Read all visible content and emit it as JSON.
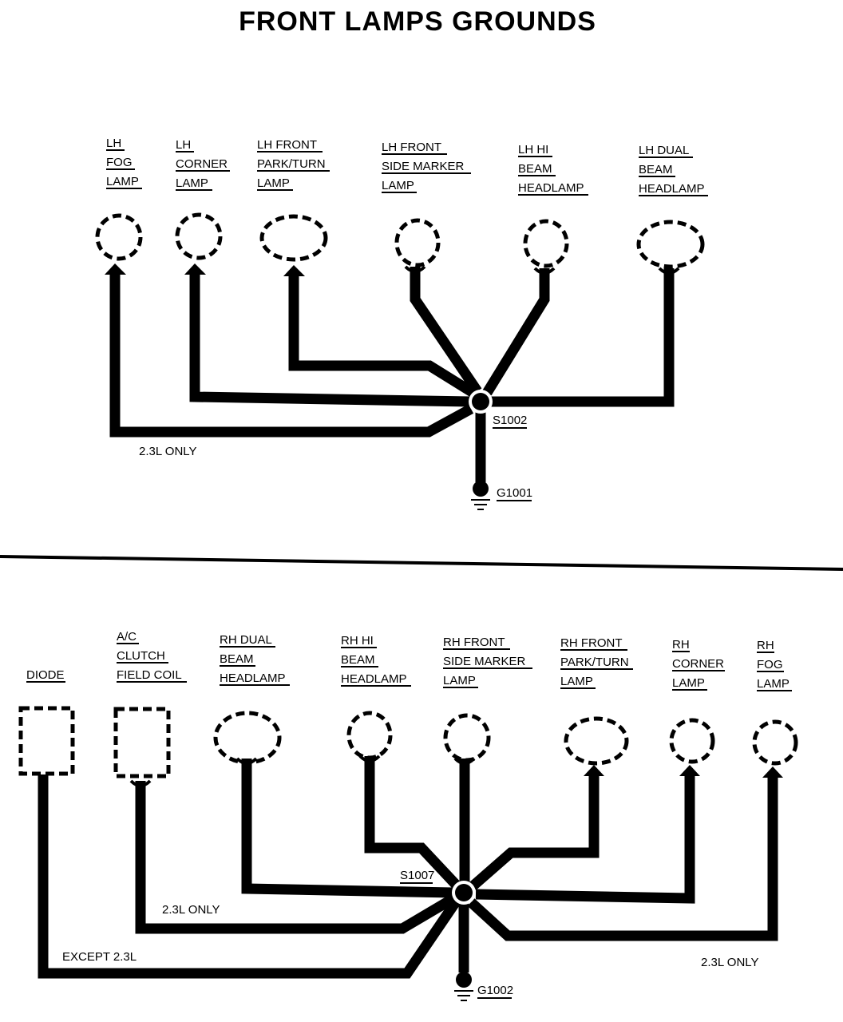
{
  "title": "FRONT LAMPS GROUNDS",
  "top": {
    "components": [
      {
        "lines": [
          "LH",
          "FOG",
          "LAMP"
        ]
      },
      {
        "lines": [
          "LH",
          "CORNER",
          "LAMP"
        ]
      },
      {
        "lines": [
          "LH FRONT",
          "PARK/TURN",
          "LAMP"
        ]
      },
      {
        "lines": [
          "LH FRONT",
          "SIDE MARKER",
          "LAMP"
        ]
      },
      {
        "lines": [
          "LH HI",
          "BEAM",
          "HEADLAMP"
        ]
      },
      {
        "lines": [
          "LH DUAL",
          "BEAM",
          "HEADLAMP"
        ]
      }
    ],
    "splice": "S1002",
    "ground": "G1001",
    "note": "2.3L ONLY"
  },
  "bottom": {
    "components": [
      {
        "lines": [
          "DIODE"
        ]
      },
      {
        "lines": [
          "A/C",
          "CLUTCH",
          "FIELD COIL"
        ]
      },
      {
        "lines": [
          "RH DUAL",
          "BEAM",
          "HEADLAMP"
        ]
      },
      {
        "lines": [
          "RH HI",
          "BEAM",
          "HEADLAMP"
        ]
      },
      {
        "lines": [
          "RH FRONT",
          "SIDE MARKER",
          "LAMP"
        ]
      },
      {
        "lines": [
          "RH FRONT",
          "PARK/TURN",
          "LAMP"
        ]
      },
      {
        "lines": [
          "RH",
          "CORNER",
          "LAMP"
        ]
      },
      {
        "lines": [
          "RH",
          "FOG",
          "LAMP"
        ]
      }
    ],
    "splice": "S1007",
    "ground": "G1002",
    "note_left_upper": "2.3L ONLY",
    "note_left_lower": "EXCEPT 2.3L",
    "note_right": "2.3L ONLY"
  }
}
